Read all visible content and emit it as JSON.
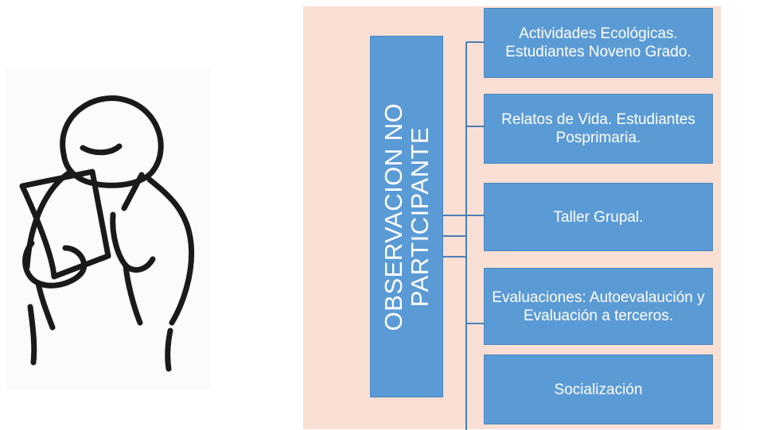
{
  "illustration": {
    "icon": "person-reading-document",
    "stroke_color": "#1a1a1a"
  },
  "panel": {
    "background": "#fadfd4"
  },
  "main_box": {
    "label": "OBSERVACION NO\nPARTICIPANTE",
    "color": "#5b9bd5",
    "text_color": "#ffffff"
  },
  "items": [
    {
      "label": "Actividades Ecológicas. Estudiantes Noveno Grado."
    },
    {
      "label": "Relatos de Vida. Estudiantes Posprimaria."
    },
    {
      "label": "Taller Grupal."
    },
    {
      "label": "Evaluaciones: Autoevalaución y Evaluación a terceros."
    },
    {
      "label": "Socialización"
    }
  ],
  "connector_color": "#4a7fb6"
}
